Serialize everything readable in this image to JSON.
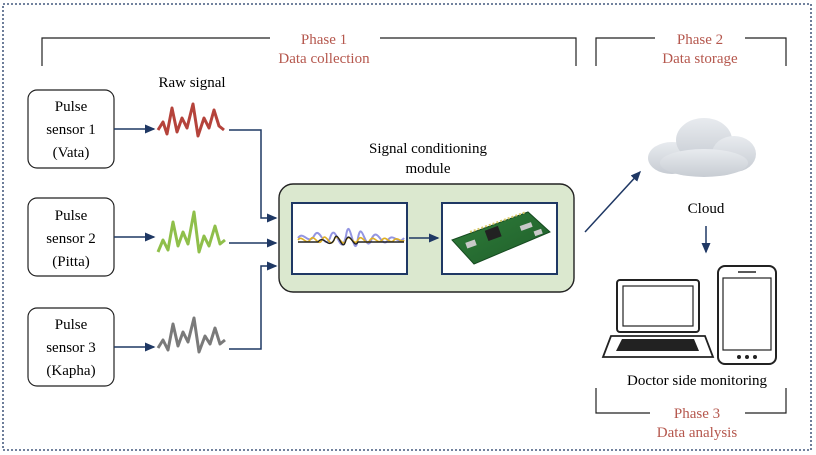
{
  "phases": [
    {
      "title": "Phase 1",
      "subtitle": "Data collection"
    },
    {
      "title": "Phase 2",
      "subtitle": "Data storage"
    },
    {
      "title": "Phase 3",
      "subtitle": "Data analysis"
    }
  ],
  "raw_signal_label": "Raw signal",
  "sensors": [
    {
      "line1": "Pulse",
      "line2": "sensor 1",
      "line3": "(Vata)",
      "wave_color": "#b5433b"
    },
    {
      "line1": "Pulse",
      "line2": "sensor 2",
      "line3": "(Pitta)",
      "wave_color": "#8fbf4a"
    },
    {
      "line1": "Pulse",
      "line2": "sensor 3",
      "line3": "(Kapha)",
      "wave_color": "#7a7a7a"
    }
  ],
  "module_label": {
    "line1": "Signal conditioning",
    "line2": "module"
  },
  "cloud_label": "Cloud",
  "monitoring_label": "Doctor side monitoring",
  "colors": {
    "phase_text": "#b5574d",
    "arrow": "#1f3864",
    "frame_border": "#1f3864",
    "module_fill": "#dbe8cf",
    "cloud_fill": "#d9dde3"
  }
}
